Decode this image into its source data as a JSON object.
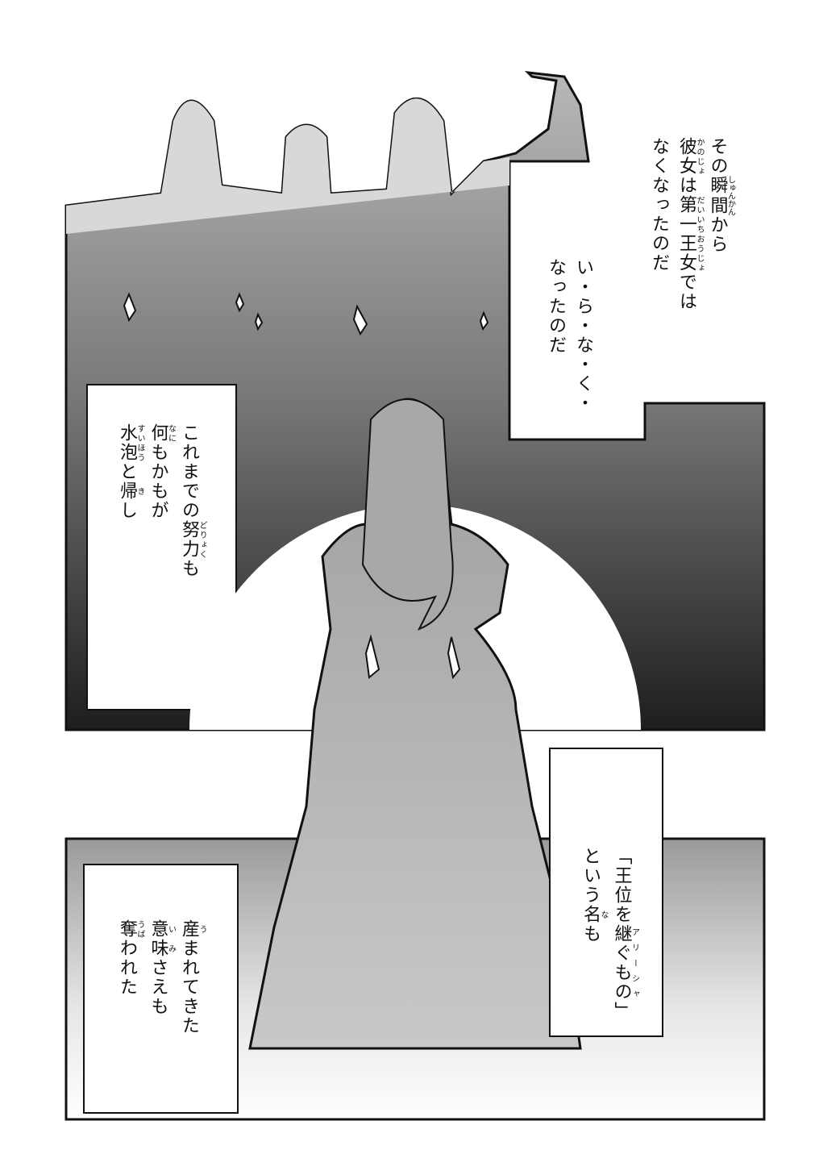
{
  "colors": {
    "ink": "#111111",
    "screentone_dark": "#2a2a2a",
    "screentone_light": "#b0b0b0",
    "paper": "#ffffff"
  },
  "captions": [
    {
      "id": "caption-moment",
      "columns": [
        [
          {
            "t": "その"
          },
          {
            "t": "瞬間",
            "r": "しゅんかん"
          },
          {
            "t": "から"
          }
        ],
        [
          {
            "t": "彼女",
            "r": "かのじょ"
          },
          {
            "t": "は"
          },
          {
            "t": "第一王女",
            "r": "だいいちおうじょ"
          },
          {
            "t": "では"
          }
        ],
        [
          {
            "t": "なくなったのだ"
          }
        ]
      ]
    },
    {
      "id": "caption-unneeded",
      "columns": [
        [
          {
            "t": "い・ら・な・く・"
          }
        ],
        [
          {
            "t": "なったのだ"
          }
        ]
      ]
    },
    {
      "id": "caption-efforts",
      "columns": [
        [
          {
            "t": "これまでの"
          },
          {
            "t": "努力",
            "r": "どりょく"
          },
          {
            "t": "も"
          }
        ],
        [
          {
            "t": "何",
            "r": "なに"
          },
          {
            "t": "もかもが"
          }
        ],
        [
          {
            "t": "水泡",
            "r": "すいほう"
          },
          {
            "t": "と"
          },
          {
            "t": "帰",
            "r": "き"
          },
          {
            "t": "し"
          }
        ]
      ]
    },
    {
      "id": "caption-name",
      "columns": [
        [
          {
            "t": "「王位を"
          },
          {
            "t": "継ぐもの",
            "r": "アリーシャ"
          },
          {
            "t": "」"
          }
        ],
        [
          {
            "t": "という"
          },
          {
            "t": "名",
            "r": "な"
          },
          {
            "t": "も"
          }
        ]
      ]
    },
    {
      "id": "caption-meaning",
      "columns": [
        [
          {
            "t": "産",
            "r": "う"
          },
          {
            "t": "まれてきた"
          }
        ],
        [
          {
            "t": "意味",
            "r": "いみ"
          },
          {
            "t": "さえも"
          }
        ],
        [
          {
            "t": "奪",
            "r": "うば"
          },
          {
            "t": "われた"
          }
        ]
      ]
    }
  ]
}
